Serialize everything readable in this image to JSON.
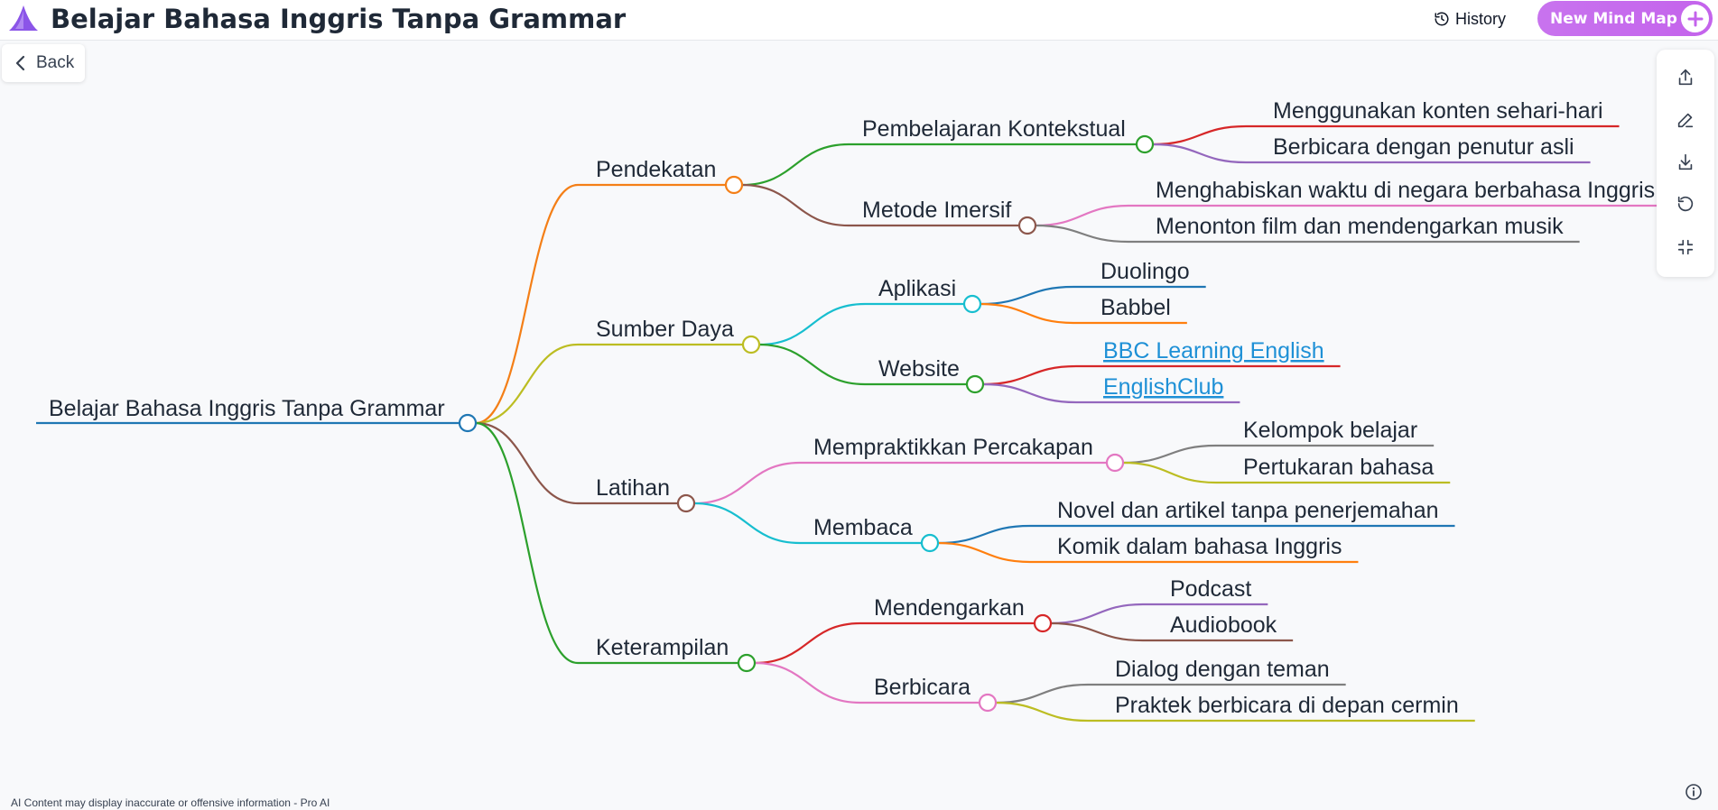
{
  "header": {
    "title": "Belajar Bahasa Inggris Tanpa Grammar",
    "history_label": "History",
    "new_map_label": "New Mind Map",
    "accent_color": "#c66bed"
  },
  "back_label": "Back",
  "toolbar": [
    "share-icon",
    "edit-icon",
    "download-icon",
    "reset-icon",
    "collapse-icon"
  ],
  "footer": {
    "disclaimer": "AI Content may display inaccurate or offensive information - Pro AI"
  },
  "mindmap": {
    "root": "Belajar Bahasa Inggris Tanpa Grammar",
    "branches": [
      {
        "label": "Pendekatan",
        "color": "#f47f17",
        "children": [
          {
            "label": "Pembelajaran Kontekstual",
            "color": "#2ca02c",
            "children": [
              {
                "label": "Menggunakan konten sehari-hari",
                "color": "#d62728"
              },
              {
                "label": "Berbicara dengan penutur asli",
                "color": "#9467bd"
              }
            ]
          },
          {
            "label": "Metode Imersif",
            "color": "#8c564b",
            "children": [
              {
                "label": "Menghabiskan waktu di negara berbahasa Inggris",
                "color": "#e377c2"
              },
              {
                "label": "Menonton film dan mendengarkan musik",
                "color": "#7f7f7f"
              }
            ]
          }
        ]
      },
      {
        "label": "Sumber Daya",
        "color": "#bcbd22",
        "children": [
          {
            "label": "Aplikasi",
            "color": "#17becf",
            "children": [
              {
                "label": "Duolingo",
                "color": "#1f77b4"
              },
              {
                "label": "Babbel",
                "color": "#ff7f0e"
              }
            ]
          },
          {
            "label": "Website",
            "color": "#2ca02c",
            "children": [
              {
                "label": "BBC Learning English",
                "color": "#d62728",
                "link": true
              },
              {
                "label": "EnglishClub",
                "color": "#9467bd",
                "link": true
              }
            ]
          }
        ]
      },
      {
        "label": "Latihan",
        "color": "#8c564b",
        "children": [
          {
            "label": "Mempraktikkan Percakapan",
            "color": "#e377c2",
            "children": [
              {
                "label": "Kelompok belajar",
                "color": "#7f7f7f"
              },
              {
                "label": "Pertukaran bahasa",
                "color": "#bcbd22"
              }
            ]
          },
          {
            "label": "Membaca",
            "color": "#17becf",
            "children": [
              {
                "label": "Novel dan artikel tanpa penerjemahan",
                "color": "#1f77b4"
              },
              {
                "label": "Komik dalam bahasa Inggris",
                "color": "#ff7f0e"
              }
            ]
          }
        ]
      },
      {
        "label": "Keterampilan",
        "color": "#2ca02c",
        "children": [
          {
            "label": "Mendengarkan",
            "color": "#d62728",
            "children": [
              {
                "label": "Podcast",
                "color": "#9467bd"
              },
              {
                "label": "Audiobook",
                "color": "#8c564b"
              }
            ]
          },
          {
            "label": "Berbicara",
            "color": "#e377c2",
            "children": [
              {
                "label": "Dialog dengan teman",
                "color": "#7f7f7f"
              },
              {
                "label": "Praktek berbicara di depan cermin",
                "color": "#bcbd22"
              }
            ]
          }
        ]
      }
    ]
  }
}
